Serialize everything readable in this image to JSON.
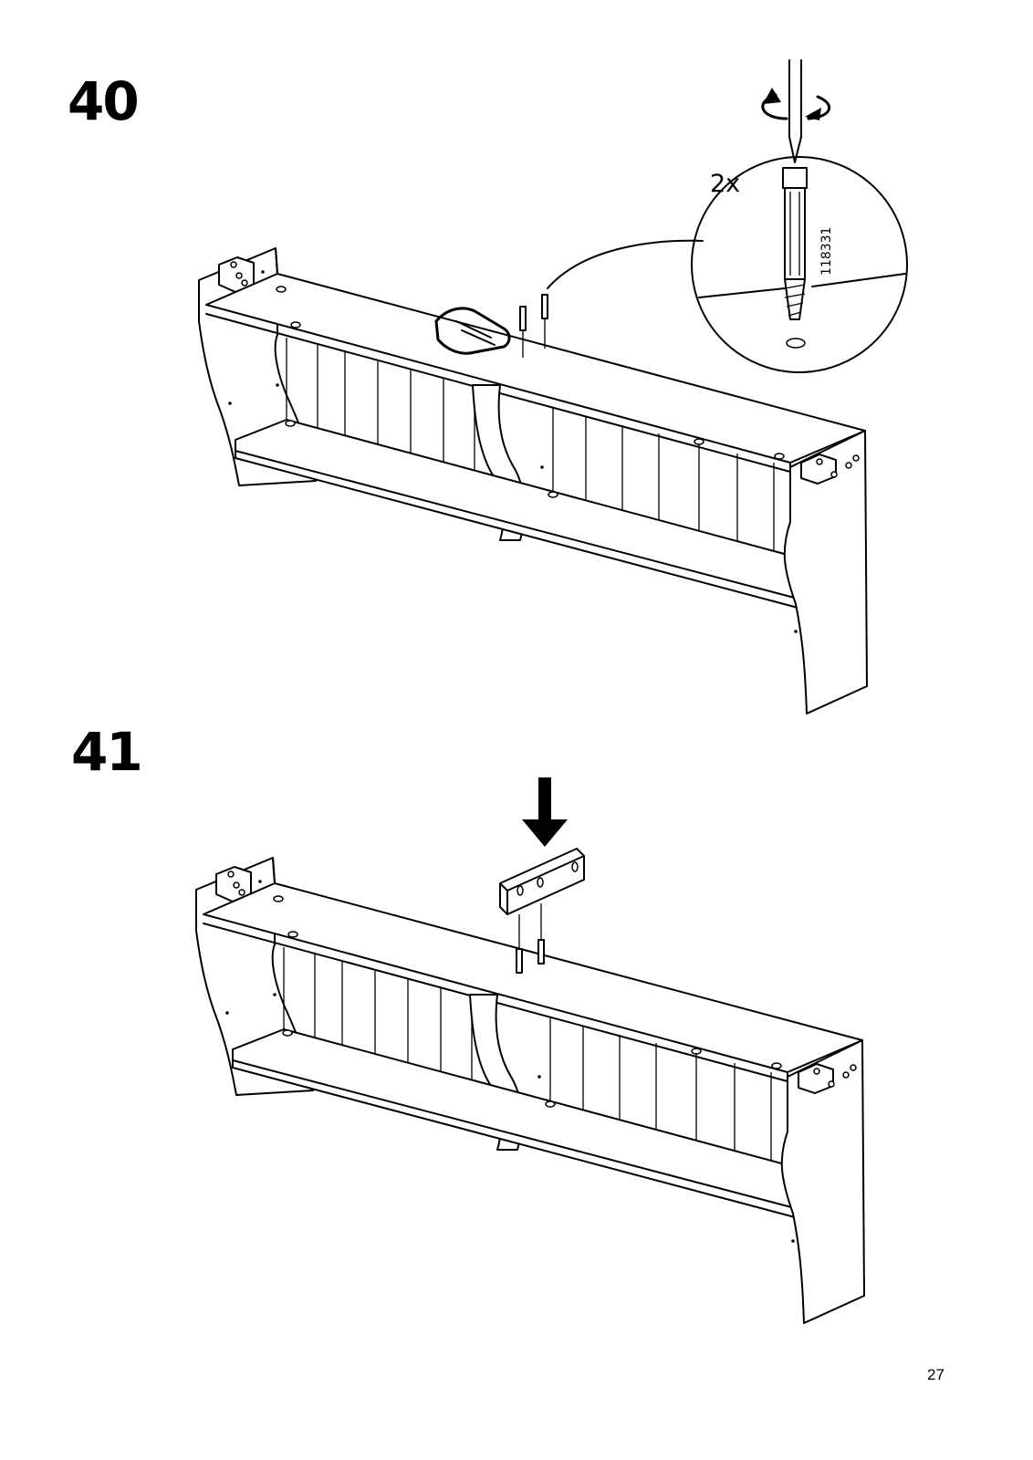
{
  "steps": [
    {
      "number": "40",
      "quantity_label": "2x",
      "part_number": "118331"
    },
    {
      "number": "41"
    }
  ],
  "page_number": "27"
}
